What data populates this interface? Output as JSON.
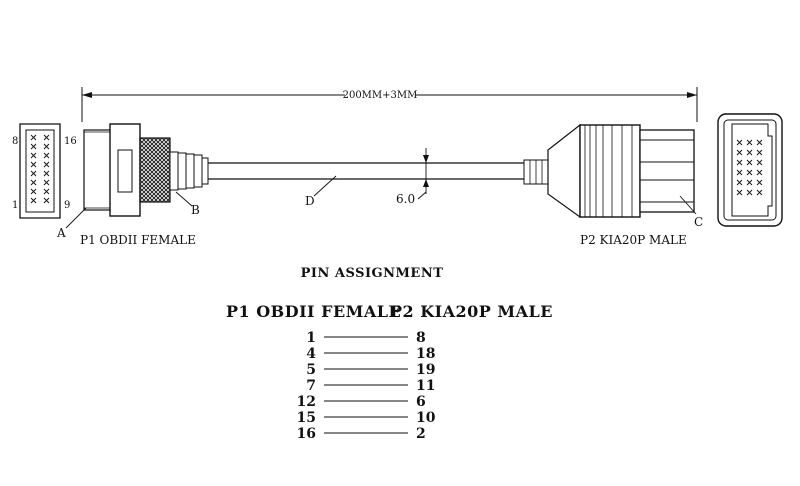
{
  "drawing": {
    "dimension_label": "200MM+3MM",
    "diameter_label": "6.0",
    "callouts": {
      "a": "A",
      "b": "B",
      "c": "C",
      "d": "D"
    },
    "pin_numbers_obd": {
      "top_left": "8",
      "top_right": "16",
      "bottom_left": "1",
      "bottom_right": "9"
    },
    "p1_caption": "P1 OBDII FEMALE",
    "p2_caption": "P2 KIA20P MALE"
  },
  "pin_assignment": {
    "title": "PIN ASSIGNMENT",
    "col_left": "P1 OBDII FEMALE",
    "col_right": "P2 KIA20P MALE",
    "rows": [
      {
        "p1": "1",
        "p2": "8"
      },
      {
        "p1": "4",
        "p2": "18"
      },
      {
        "p1": "5",
        "p2": "19"
      },
      {
        "p1": "7",
        "p2": "11"
      },
      {
        "p1": "12",
        "p2": "6"
      },
      {
        "p1": "15",
        "p2": "10"
      },
      {
        "p1": "16",
        "p2": "2"
      }
    ]
  }
}
